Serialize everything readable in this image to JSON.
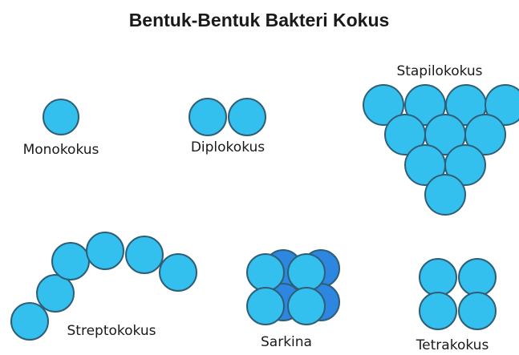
{
  "title": "Bentuk-Bentuk Bakteri Kokus",
  "colors": {
    "cell_fill": "#34c0ee",
    "cell_back_fill": "#2d86e0",
    "cell_stroke": "#2f5f77",
    "text": "#1a1a1a"
  },
  "groups": [
    {
      "id": "monokokus",
      "label": "Monokokus"
    },
    {
      "id": "diplokokus",
      "label": "Diplokokus"
    },
    {
      "id": "stapilokokus",
      "label": "Stapilokokus"
    },
    {
      "id": "streptokokus",
      "label": "Streptokokus"
    },
    {
      "id": "sarkina",
      "label": "Sarkina"
    },
    {
      "id": "tetrakokus",
      "label": "Tetrakokus"
    }
  ]
}
